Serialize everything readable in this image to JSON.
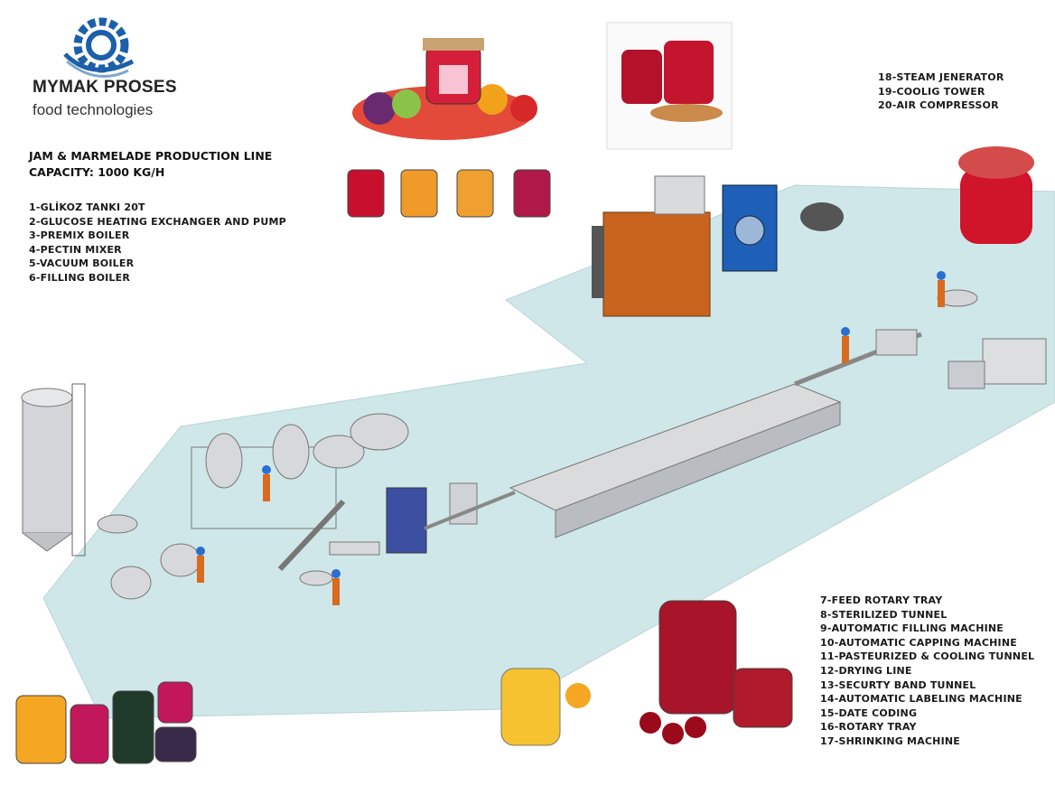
{
  "brand": {
    "name": "MYMAK PROSES",
    "tagline": "food technologies"
  },
  "header": {
    "title": "JAM & MARMELADE PRODUCTION LINE",
    "capacity": "CAPACITY: 1000 KG/H"
  },
  "legend_left": [
    "1-GLİKOZ TANKI 20T",
    "2-GLUCOSE HEATING EXCHANGER AND PUMP",
    "3-PREMIX BOILER",
    "4-PECTIN MIXER",
    "5-VACUUM BOILER",
    "6-FILLING BOILER"
  ],
  "legend_top_right": [
    "18-STEAM JENERATOR",
    "19-COOLIG TOWER",
    "20-AIR COMPRESSOR"
  ],
  "legend_bottom_right": [
    "7-FEED ROTARY TRAY",
    "8-STERILIZED TUNNEL",
    "9-AUTOMATIC FILLING MACHINE",
    "10-AUTOMATIC CAPPING MACHINE",
    "11-PASTEURIZED & COOLING TUNNEL",
    "12-DRYING LINE",
    "13-SECURTY BAND TUNNEL",
    "14-AUTOMATIC LABELING MACHINE",
    "15-DATE CODING",
    "16-ROTARY TRAY",
    "17-SHRINKING MACHINE"
  ],
  "colors": {
    "floor": "#cfe7e8",
    "brand_blue": "#1d5fa8",
    "jam_red": "#c0182a",
    "machine": "#c9ccd0",
    "boiler": "#c8641e",
    "tower": "#1e5fb8"
  }
}
